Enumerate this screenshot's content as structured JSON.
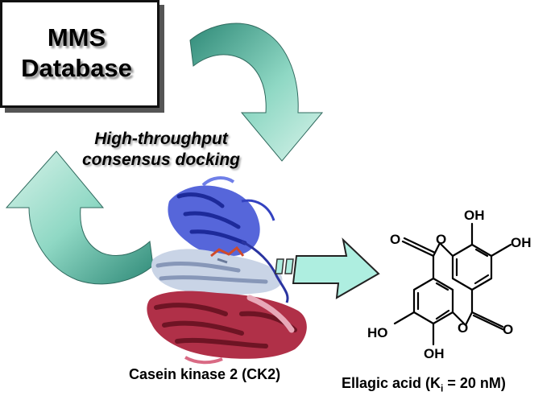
{
  "database": {
    "title_line1": "MMS",
    "title_line2": "Database"
  },
  "docking": {
    "line1": "High-throughput",
    "line2": "consensus docking"
  },
  "protein": {
    "caption": "Casein kinase 2 (CK2)"
  },
  "molecule": {
    "caption_prefix": "Ellagic acid (K",
    "caption_sub": "i",
    "caption_suffix": " = 20 nM)",
    "atoms": {
      "oh_top": "OH",
      "oh_right": "OH",
      "oh_left": "HO",
      "oh_bottom": "OH",
      "o_carbonyl_left": "O",
      "o_ring_top": "O",
      "o_ring_bottom": "O",
      "o_carbonyl_right": "O"
    }
  },
  "colors": {
    "cycle_arrow_light": "#d8f3ea",
    "cycle_arrow_dark": "#2f8a78",
    "protein_top": "#3d4fcf",
    "protein_middle": "#c9d4e6",
    "protein_bottom": "#b03048",
    "block_arrow": "#aeeee0"
  }
}
